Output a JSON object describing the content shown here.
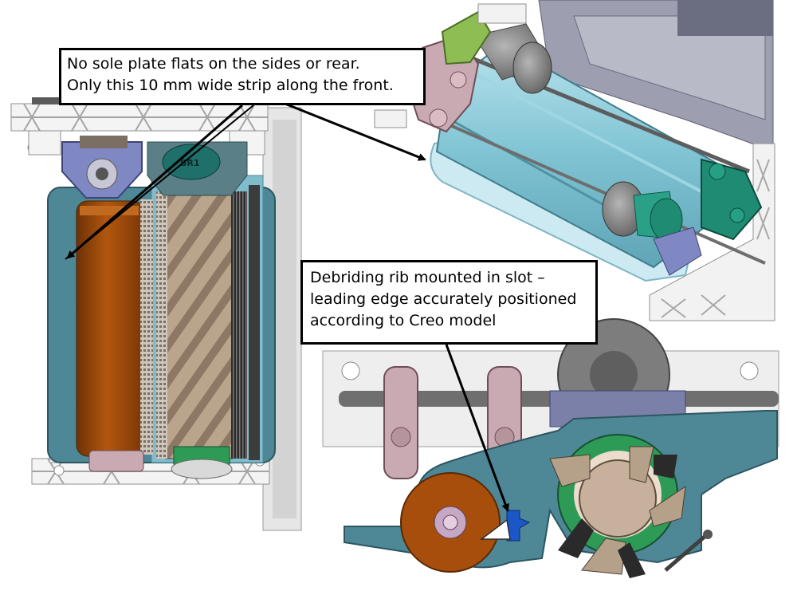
{
  "colors": {
    "housing_teal": "#4e8796",
    "shield_light_blue": "#8fd0de",
    "roller_brown": "#a84e0c",
    "brush_beige": "#b5a08a",
    "pink_bracket": "#c9a9b2",
    "green_bracket": "#8ebd53",
    "dark_green": "#1e8b72",
    "rib_blue": "#1c57c7",
    "frame_white": "#f2f2f2",
    "shaft_grey": "#6d6d6d"
  },
  "annotations": {
    "top": {
      "line1": "No sole plate flats on the sides or rear.",
      "line2": "Only this 10 mm wide strip along the front."
    },
    "bottom": {
      "line1": "Debriding rib mounted in slot –",
      "line2": "leading edge accurately positioned",
      "line3": "according to Creo model"
    }
  },
  "part_label": "BR1"
}
